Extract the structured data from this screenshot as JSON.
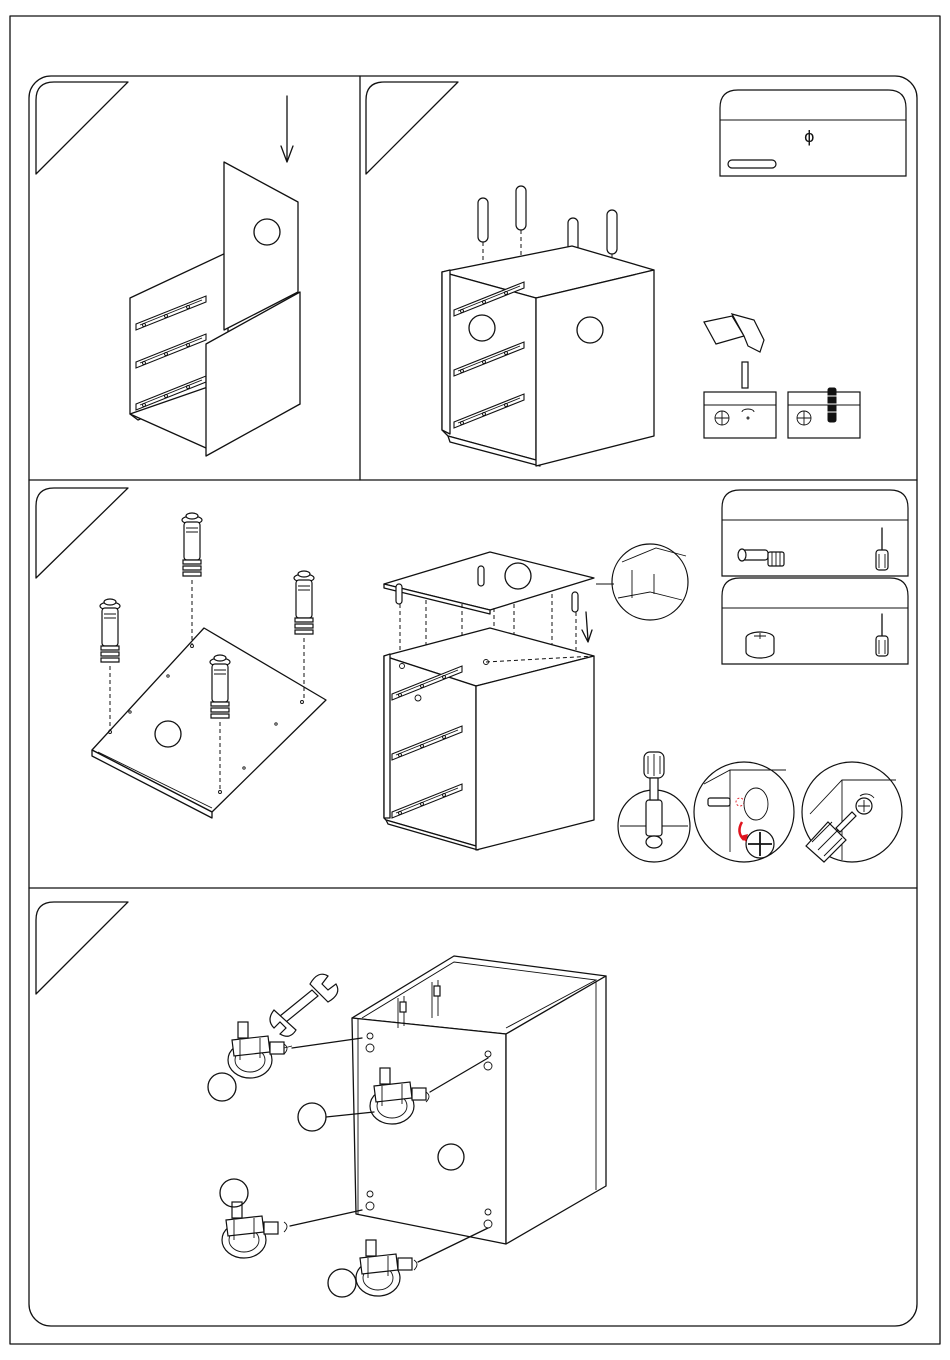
{
  "page": {
    "kind": "assembly-instructions"
  },
  "steps": [
    {
      "id": "step-1",
      "number": "",
      "label": ""
    },
    {
      "id": "step-2",
      "number": "",
      "label": ""
    },
    {
      "id": "step-3",
      "number": "",
      "label": ""
    },
    {
      "id": "step-4",
      "number": "",
      "label": ""
    }
  ],
  "hardware_boxes": {
    "dowel_box": {
      "symbol": "ϕ",
      "label": ""
    },
    "cam_bolt_box": {
      "label": ""
    },
    "cam_lock_box": {
      "label": ""
    }
  },
  "colors": {
    "line": "#111111",
    "background": "#ffffff",
    "accent": "#e0141e"
  }
}
